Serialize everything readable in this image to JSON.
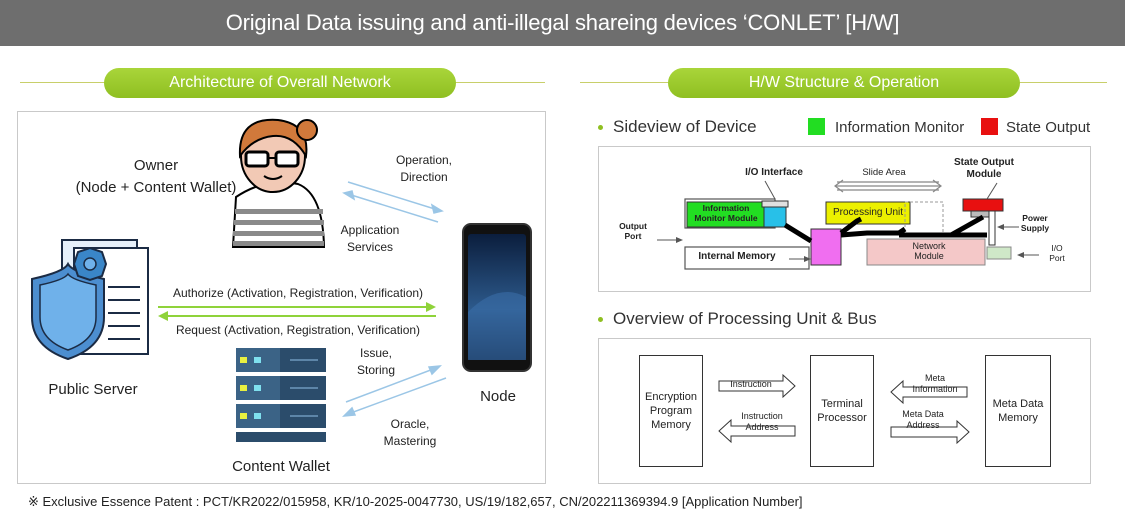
{
  "title": "Original Data issuing and anti-illegal shareing devices ‘CONLET’ [H/W]",
  "left": {
    "section_title": "Architecture of Overall Network",
    "owner_label_1": "Owner",
    "owner_label_2": "(Node + Content Wallet)",
    "operation_1": "Operation,",
    "operation_2": "Direction",
    "application_1": "Application",
    "application_2": "Services",
    "authorize": "Authorize (Activation, Registration, Verification)",
    "request": "Request (Activation, Registration, Verification)",
    "public_server": "Public Server",
    "node": "Node",
    "issue_1": "Issue,",
    "issue_2": "Storing",
    "oracle_1": "Oracle,",
    "oracle_2": "Mastering",
    "content_wallet": "Content Wallet"
  },
  "right": {
    "section_title": "H/W Structure & Operation",
    "sideview_title": "Sideview of Device",
    "legend": [
      {
        "label": "Information Monitor",
        "color": "#22dd22"
      },
      {
        "label": "State Output",
        "color": "#e81010"
      }
    ],
    "device": {
      "io_interface": "I/O Interface",
      "slide_area": "Slide Area",
      "state_output_1": "State Output",
      "state_output_2": "Module",
      "info_monitor_1": "Information",
      "info_monitor_2": "Monitor Module",
      "processing_unit": "Processing Unit",
      "power_1": "Power",
      "power_2": "Supply",
      "output_port_1": "Output",
      "output_port_2": "Port",
      "network_1": "Network",
      "network_2": "Module",
      "internal_memory": "Internal Memory",
      "io_port_1": "I/O",
      "io_port_2": "Port"
    },
    "overview_title": "Overview of Processing Unit & Bus",
    "bus": {
      "encryption_1": "Encryption",
      "encryption_2": "Program",
      "encryption_3": "Memory",
      "instruction": "Instruction",
      "instruction_address_1": "Instruction",
      "instruction_address_2": "Address",
      "terminal_1": "Terminal",
      "terminal_2": "Processor",
      "meta_info_1": "Meta",
      "meta_info_2": "Information",
      "meta_addr_1": "Meta Data",
      "meta_addr_2": "Address",
      "meta_memory_1": "Meta Data",
      "meta_memory_2": "Memory"
    }
  },
  "footer": "※  Exclusive Essence Patent : PCT/KR2022/015958, KR/10-2025-0047730, US/19/182,657, CN/202211369394.9 [Application Number]"
}
